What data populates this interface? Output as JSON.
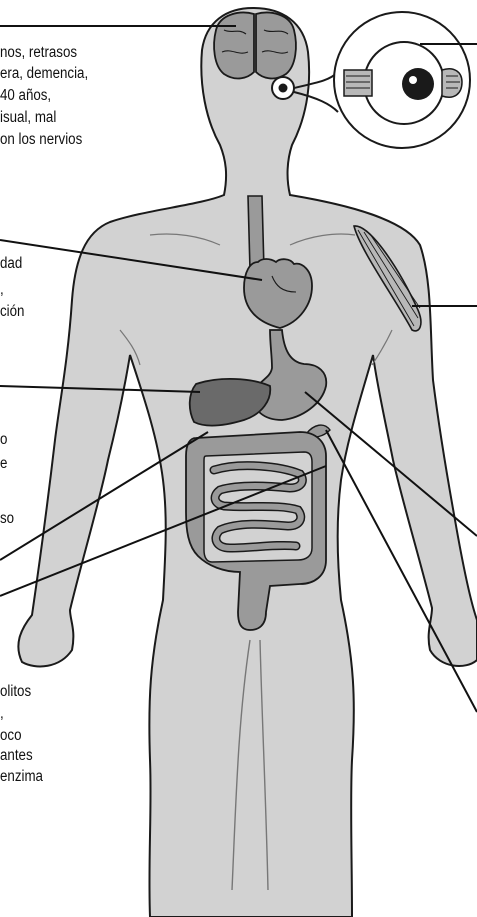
{
  "colors": {
    "body_fill": "#d2d2d2",
    "outline": "#1a1a1a",
    "organ_gray": "#9a9a9a",
    "liver": "#6a6a6a",
    "white": "#ffffff"
  },
  "icons": [
    "brain-icon",
    "eye-icon",
    "heart-icon",
    "liver-icon",
    "stomach-icon",
    "intestine-icon",
    "muscle-icon",
    "esophagus-icon",
    "pancreas-icon"
  ],
  "labels": {
    "brain": [
      "nos, retrasos",
      "era, demencia,",
      "40 años,",
      "isual, mal",
      "on los nervios"
    ],
    "heart": [
      "dad",
      ",",
      "ción"
    ],
    "liver": [
      "o",
      "e",
      "",
      "so"
    ],
    "pancreas": [
      "olitos",
      ",",
      "oco",
      "antes",
      "enzima"
    ]
  }
}
